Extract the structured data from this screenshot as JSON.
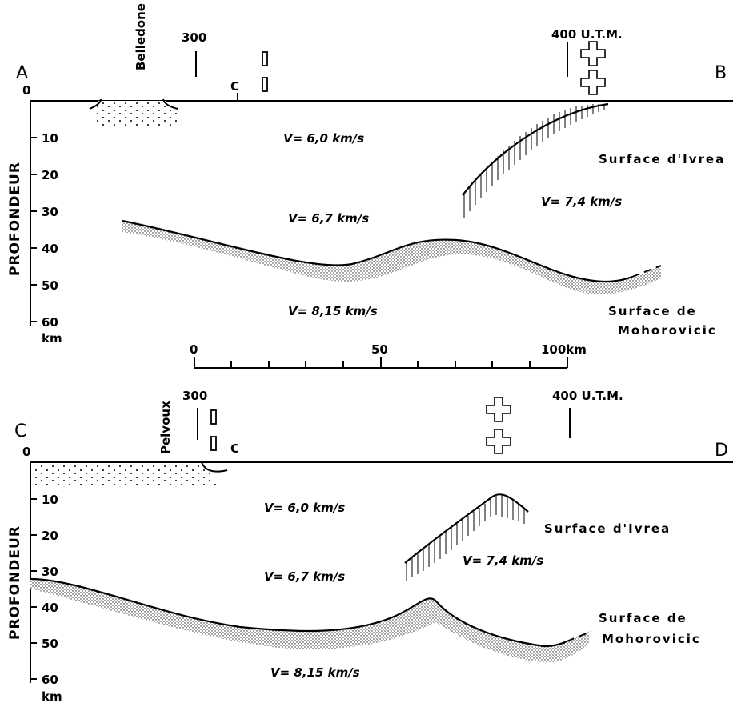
{
  "scale": {
    "labels": [
      "0",
      "50",
      "100km"
    ]
  },
  "sections": [
    {
      "start_letter": "A",
      "end_letter": "B",
      "zero": "0",
      "place": "Belledone",
      "utm_left": "300",
      "utm_right": "400 U.T.M.",
      "marker": "C",
      "axis_title": "PROFONDEUR",
      "depth_ticks": [
        "10",
        "20",
        "30",
        "40",
        "50",
        "60"
      ],
      "depth_unit": "km",
      "velocities": [
        "V= 6,0 km/s",
        "V= 6,7 km/s",
        "V= 8,15 km/s",
        "V= 7,4 km/s"
      ],
      "ivrea_label": "Surface d'Ivrea",
      "moho_label_1": "Surface de",
      "moho_label_2": "Mohorovicic"
    },
    {
      "start_letter": "C",
      "end_letter": "D",
      "zero": "0",
      "place": "Pelvoux",
      "utm_left": "300",
      "utm_right": "400 U.T.M.",
      "marker": "C",
      "axis_title": "PROFONDEUR",
      "depth_ticks": [
        "10",
        "20",
        "30",
        "40",
        "50",
        "60"
      ],
      "depth_unit": "km",
      "velocities": [
        "V= 6,0 km/s",
        "V= 6,7 km/s",
        "V= 8,15 km/s",
        "V= 7,4 km/s"
      ],
      "ivrea_label": "Surface d'Ivrea",
      "moho_label_1": "Surface de",
      "moho_label_2": "Mohorovicic"
    }
  ]
}
